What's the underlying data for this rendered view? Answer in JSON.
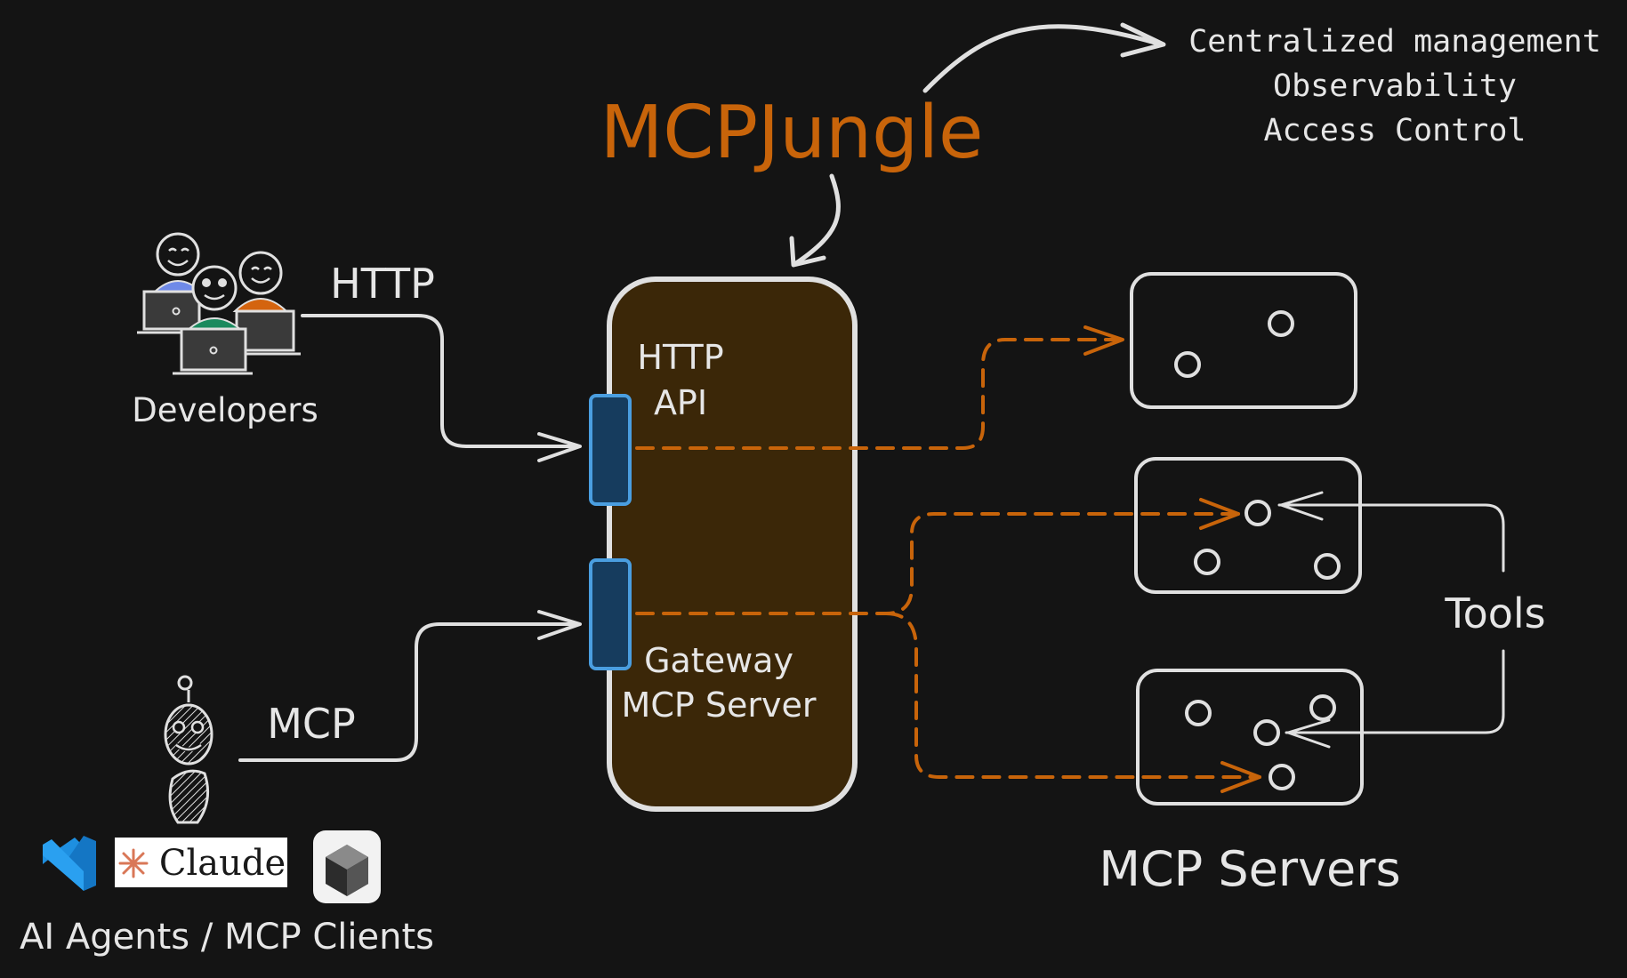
{
  "title": "MCPJungle",
  "features": [
    "Centralized management",
    "Observability",
    "Access Control"
  ],
  "gateway": {
    "http_api_label": [
      "HTTP",
      "API"
    ],
    "mcp_server_label": [
      "Gateway",
      "MCP Server"
    ]
  },
  "developers": {
    "label": "Developers",
    "protocol": "HTTP"
  },
  "agents": {
    "label": "AI Agents / MCP Clients",
    "protocol": "MCP",
    "logos": [
      {
        "name": "vscode-logo"
      },
      {
        "name": "claude-logo",
        "text": "Claude"
      },
      {
        "name": "cursor-logo"
      }
    ]
  },
  "servers_label": "MCP Servers",
  "tools_label": "Tools",
  "colors": {
    "background": "#141414",
    "accent": "#c8640a",
    "gateway_fill": "#3b2708",
    "port_fill": "#163c5e",
    "port_stroke": "#4a9ee0",
    "stroke": "#e0e0e0"
  }
}
